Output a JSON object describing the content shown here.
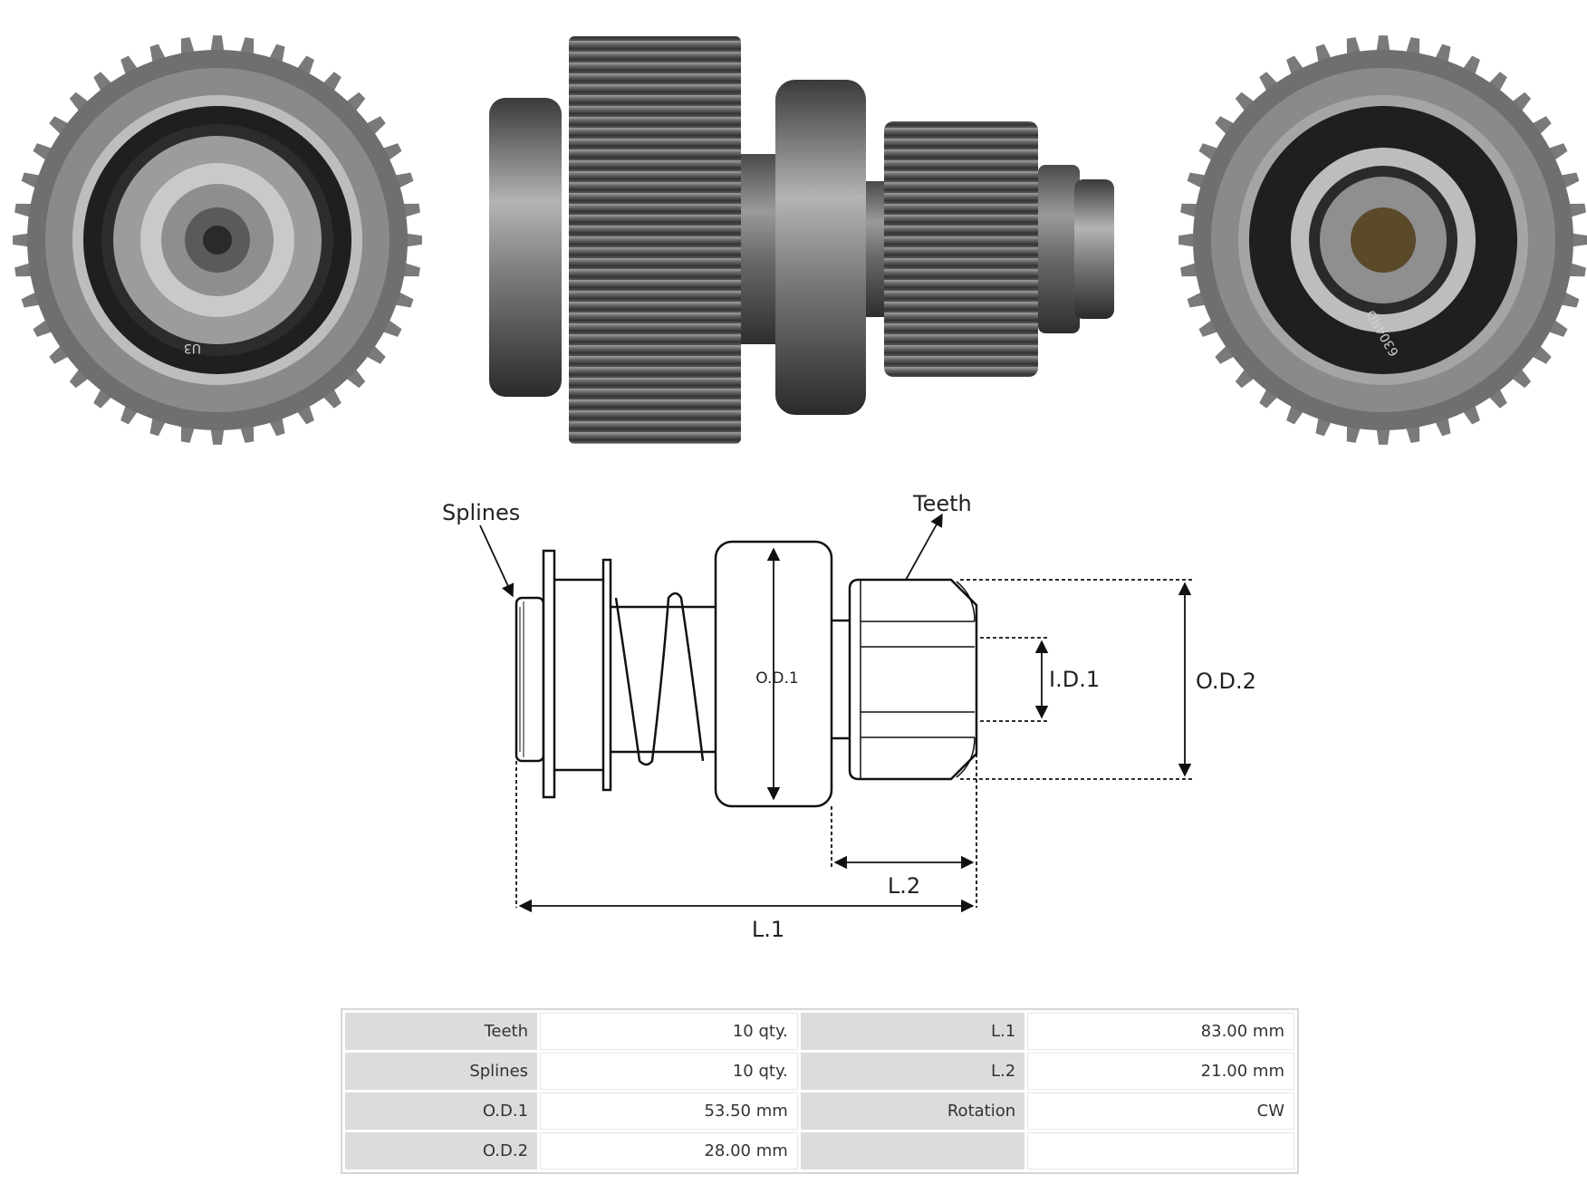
{
  "drawing": {
    "labels": {
      "splines": "Splines",
      "teeth": "Teeth",
      "od1": "O.D.1",
      "od2": "O.D.2",
      "id1": "I.D.1",
      "l1": "L.1",
      "l2": "L.2"
    },
    "front_marking": "U3",
    "rear_marking": "6304RD"
  },
  "specs": {
    "rows": [
      {
        "label_a": "Teeth",
        "value_a": "10 qty.",
        "label_b": "L.1",
        "value_b": "83.00 mm"
      },
      {
        "label_a": "Splines",
        "value_a": "10 qty.",
        "label_b": "L.2",
        "value_b": "21.00 mm"
      },
      {
        "label_a": "O.D.1",
        "value_a": "53.50 mm",
        "label_b": "Rotation",
        "value_b": "CW"
      },
      {
        "label_a": "O.D.2",
        "value_a": "28.00 mm",
        "label_b": "",
        "value_b": ""
      }
    ]
  },
  "colors": {
    "metal_dark": "#3e3e3e",
    "metal_mid": "#6e6e6e",
    "metal_light": "#a8a8a8",
    "seal_black": "#1f1f1f",
    "table_label_bg": "#dcdcdc"
  }
}
